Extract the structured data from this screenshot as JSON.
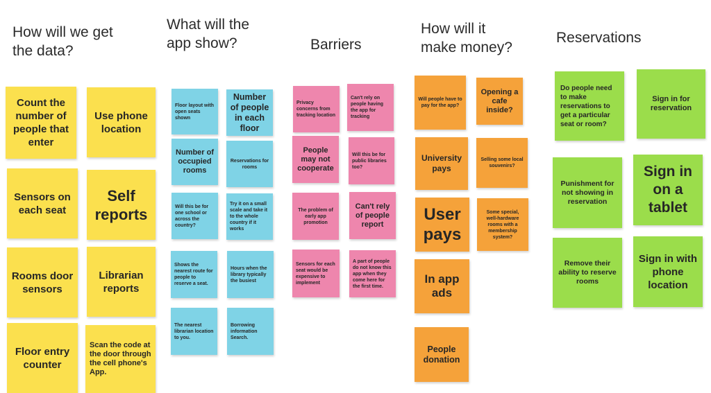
{
  "columns": {
    "data": {
      "title": "How will we get\nthe data?",
      "notes": [
        "Count the number of people that enter",
        "Use phone location",
        "Sensors on each seat",
        "Self reports",
        "Rooms door sensors",
        "Librarian reports",
        "Floor entry counter",
        "Scan the code at the door through the cell phone's App."
      ]
    },
    "show": {
      "title": "What will the\napp show?",
      "notes": [
        "Floor layout with open seats shown",
        "Number of people in each floor",
        "Number of occupied rooms",
        "Reservations for rooms",
        "Will this be for one school or across the country?",
        "Try it on a small scale and take it to the whole country if it works",
        "Shows the nearest route for people to reserve a seat.",
        "Hours when the library typically the busiest",
        "The nearest librarian location to you.",
        "Borrowing information Search."
      ]
    },
    "barriers": {
      "title": "Barriers",
      "notes": [
        "Privacy concerns from tracking location",
        "Can't rely on people having the app for tracking",
        "People may not cooperate",
        "Will this be for public libraries too?",
        "The problem of early app promotion",
        "Can't rely of people report",
        "Sensors for each seat would be expensive to implement",
        "A part of people do not know this app when they come here for the first time."
      ]
    },
    "money": {
      "title": "How will it\nmake money?",
      "notes": [
        "Will people have to pay for the app?",
        "Opening a cafe inside?",
        "University pays",
        "Selling some local souvenirs?",
        "User pays",
        "Some special, well-hardware rooms with a membership system?",
        "In app ads",
        "People donation"
      ]
    },
    "reservations": {
      "title": "Reservations",
      "notes": [
        "Do people need to make reservations to get a particular seat or room?",
        "Sign in for reservation",
        "Punishment for not showing in reservation",
        "Sign in on a tablet",
        "Remove their ability to reserve rooms",
        "Sign in with phone location"
      ]
    }
  },
  "colors": {
    "yellow": "#fbe04e",
    "blue": "#7fd3e6",
    "pink": "#ee86ad",
    "orange": "#f5a23a",
    "green": "#9bdd4b"
  }
}
